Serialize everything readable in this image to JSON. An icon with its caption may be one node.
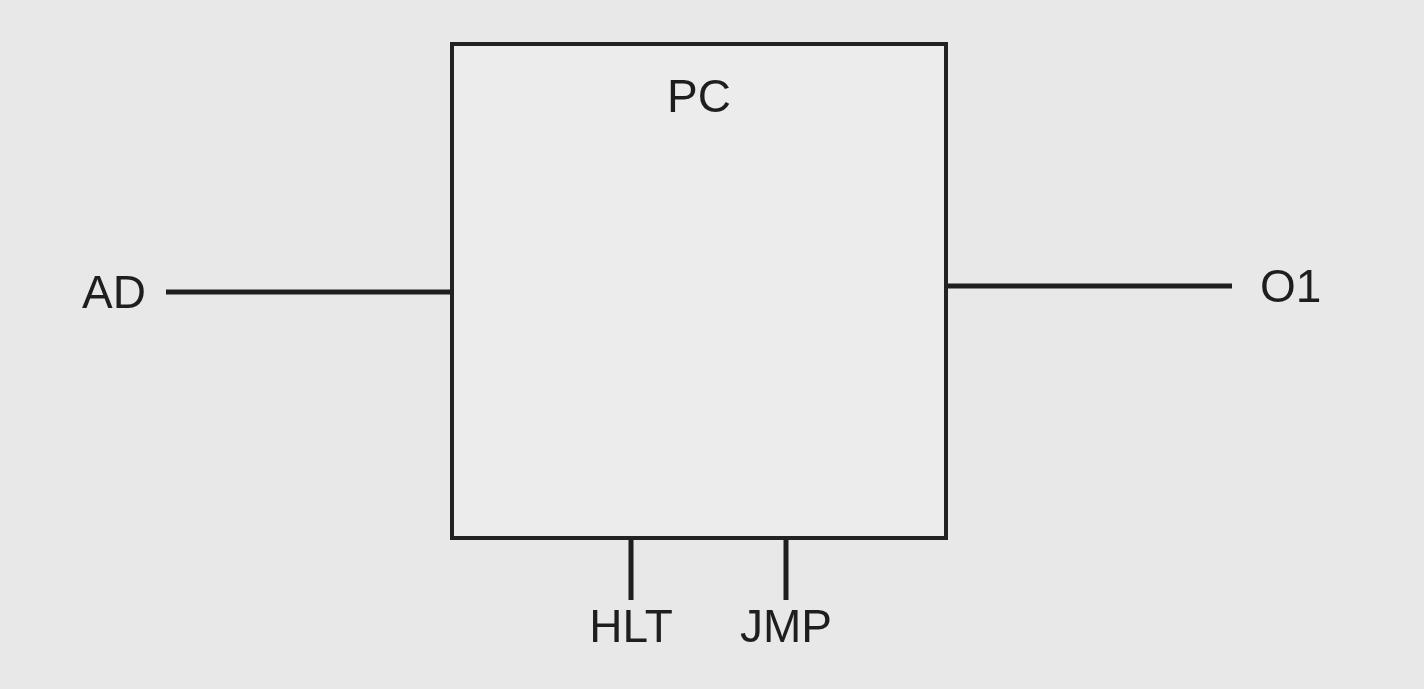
{
  "diagram": {
    "nodes": [
      {
        "text": [
          "PC"
        ]
      },
      {
        "text": [
          "AD"
        ]
      },
      {
        "text": [
          "O1"
        ]
      },
      {
        "text": [
          "HLT"
        ]
      },
      {
        "text": [
          "JMP"
        ]
      }
    ],
    "edges": [
      {
        "from": 1,
        "to": 0,
        "arrow": "none"
      },
      {
        "from": 0,
        "to": 2,
        "arrow": "none"
      },
      {
        "from": 3,
        "to": 0,
        "arrow": "none"
      },
      {
        "from": 4,
        "to": 0,
        "arrow": "none"
      }
    ]
  }
}
